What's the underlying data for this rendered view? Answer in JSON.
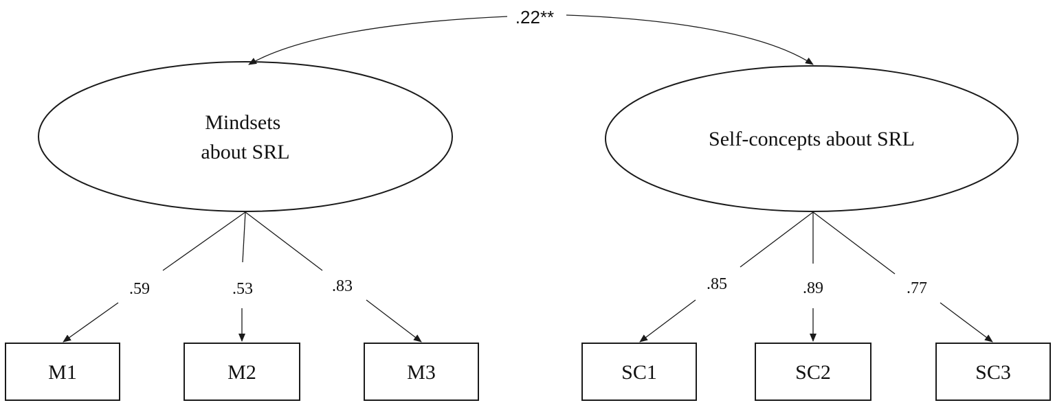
{
  "correlation": {
    "label": ".22**"
  },
  "factors": [
    {
      "id": "mindsets",
      "label_lines": [
        "Mindsets",
        "about SRL"
      ]
    },
    {
      "id": "self-concepts",
      "label_lines": [
        "Self-concepts about SRL"
      ]
    }
  ],
  "indicators": [
    {
      "label": "M1",
      "loading": ".59"
    },
    {
      "label": "M2",
      "loading": ".53"
    },
    {
      "label": "M3",
      "loading": ".83"
    },
    {
      "label": "SC1",
      "loading": ".85"
    },
    {
      "label": "SC2",
      "loading": ".89"
    },
    {
      "label": "SC3",
      "loading": ".77"
    }
  ]
}
